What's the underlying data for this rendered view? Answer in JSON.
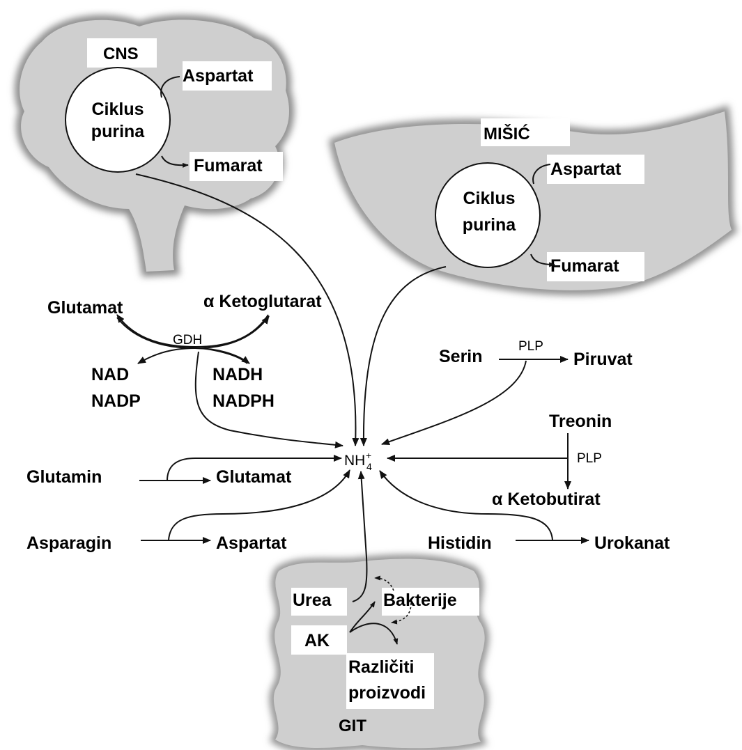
{
  "organs": {
    "brain": "CNS",
    "muscle": "MIŠIĆ",
    "gut": "GIT"
  },
  "brain_cycle": {
    "label1": "Ciklus",
    "label2": "purina",
    "input": "Aspartat",
    "output": "Fumarat"
  },
  "muscle_cycle": {
    "label1": "Ciklus",
    "label2": "purina",
    "input": "Aspartat",
    "output": "Fumarat"
  },
  "center": {
    "ammonium": "NH",
    "charge": "+",
    "subscript": "4"
  },
  "gdh": {
    "enzyme": "GDH",
    "left": "Glutamat",
    "right": "α Ketoglutarat",
    "cofactor_in_1": "NAD",
    "cofactor_in_2": "NADP",
    "cofactor_out_1": "NADH",
    "cofactor_out_2": "NADPH"
  },
  "serine": {
    "substrate": "Serin",
    "enzyme": "PLP",
    "product": "Piruvat"
  },
  "threonine": {
    "substrate": "Treonin",
    "enzyme": "PLP",
    "product": "α Ketobutirat"
  },
  "glutamine": {
    "substrate": "Glutamin",
    "product": "Glutamat"
  },
  "asparagine": {
    "substrate": "Asparagin",
    "product": "Aspartat"
  },
  "histidine": {
    "substrate": "Histidin",
    "product": "Urokanat"
  },
  "gut_box": {
    "urea": "Urea",
    "bacteria": "Bakterije",
    "amino_acids": "AK",
    "products_1": "Različiti",
    "products_2": "proizvodi"
  }
}
